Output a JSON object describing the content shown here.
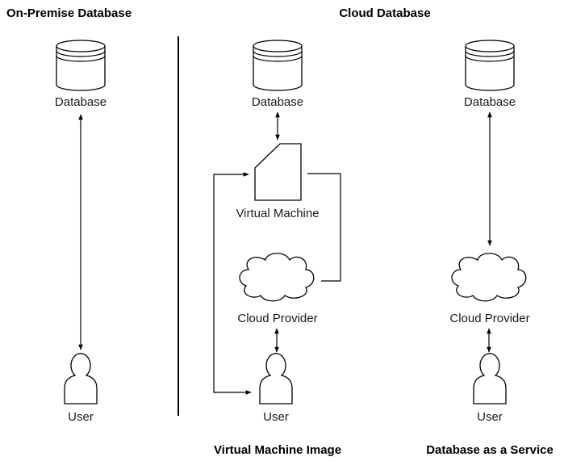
{
  "sections": {
    "on_premise_title": "On-Premise Database",
    "cloud_title": "Cloud Database",
    "vm_image_caption": "Virtual Machine Image",
    "dbaas_caption": "Database as a Service"
  },
  "on_premise": {
    "database_label": "Database",
    "user_label": "User"
  },
  "vm_image": {
    "database_label": "Database",
    "virtual_machine_label": "Virtual Machine",
    "cloud_provider_label": "Cloud Provider",
    "user_label": "User"
  },
  "dbaas": {
    "database_label": "Database",
    "cloud_provider_label": "Cloud Provider",
    "user_label": "User"
  },
  "icons": {
    "database": "database-cylinder-icon",
    "user": "user-person-icon",
    "cloud": "cloud-icon",
    "virtual_machine": "virtual-machine-card-icon"
  }
}
